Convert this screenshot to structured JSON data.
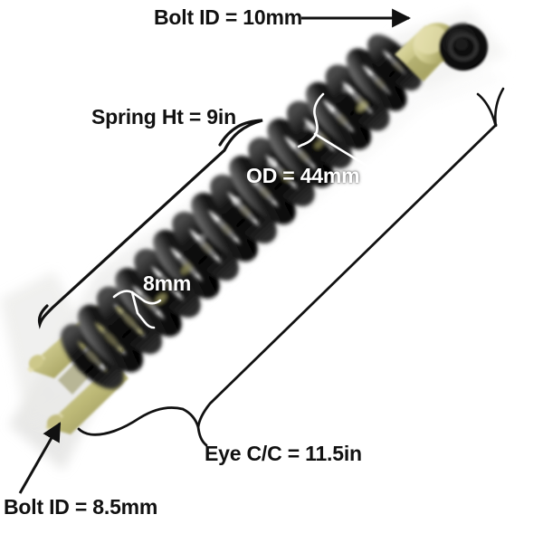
{
  "image": {
    "subject": "motorcycle-shock-absorber",
    "description": "Black coil-over shock absorber photographed diagonally on a white background with dimension callouts",
    "background_color": "#ffffff",
    "spring_color": "#101010",
    "mount_color": "#c9c489",
    "annotation_color": "#111111",
    "callout_color": "#ffffff"
  },
  "annotations": [
    {
      "id": "bolt-id-top",
      "text": "Bolt ID = 10mm",
      "value": "10",
      "unit": "mm",
      "measure": "Bolt ID",
      "style": "black",
      "marker": "arrow",
      "target": "top eye bushing"
    },
    {
      "id": "spring-height",
      "text": "Spring Ht = 9in",
      "value": "9",
      "unit": "in",
      "measure": "Spring Ht",
      "style": "black",
      "marker": "curly-brace",
      "target": "coil spring length"
    },
    {
      "id": "outer-diameter",
      "text": "OD = 44mm",
      "value": "44",
      "unit": "mm",
      "measure": "OD",
      "style": "white",
      "marker": "white-brace",
      "target": "spring outer diameter"
    },
    {
      "id": "wire-diameter",
      "text": "8mm",
      "value": "8",
      "unit": "mm",
      "measure": "Wire dia",
      "style": "white",
      "marker": "white-brace",
      "target": "spring wire thickness"
    },
    {
      "id": "eye-center-to-center",
      "text": "Eye C/C = 11.5in",
      "value": "11.5",
      "unit": "in",
      "measure": "Eye C/C",
      "style": "black",
      "marker": "curly-brace",
      "target": "eye to eye length"
    },
    {
      "id": "bolt-id-bottom",
      "text": "Bolt ID = 8.5mm",
      "value": "8.5",
      "unit": "mm",
      "measure": "Bolt ID",
      "style": "black",
      "marker": "arrow",
      "target": "bottom clevis mount"
    }
  ]
}
